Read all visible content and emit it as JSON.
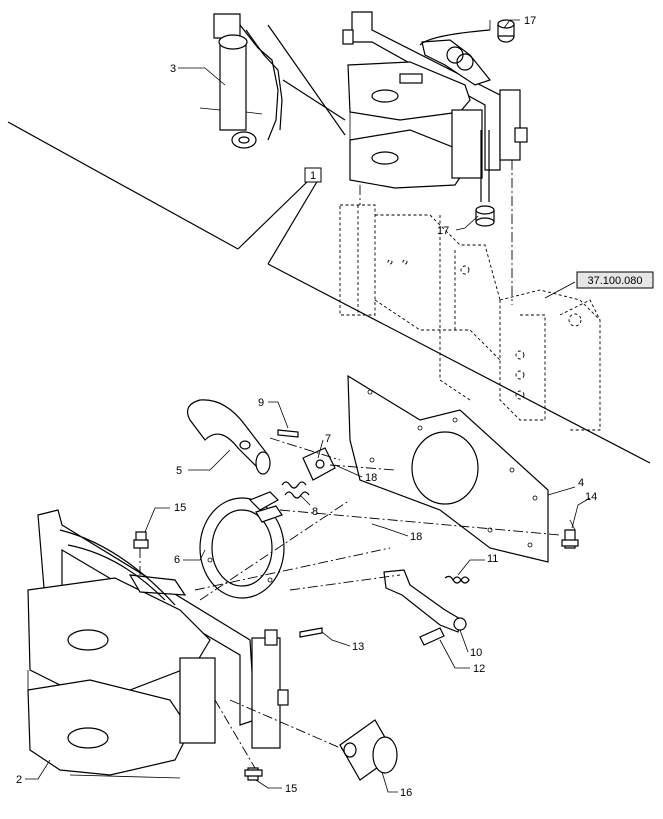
{
  "callout_box": "1",
  "reference": "37.100.080",
  "labels": {
    "p2": "2",
    "p3": "3",
    "p4": "4",
    "p5": "5",
    "p6": "6",
    "p7": "7",
    "p8": "8",
    "p9": "9",
    "p10": "10",
    "p11": "11",
    "p12": "12",
    "p13": "13",
    "p14": "14",
    "p15a": "15",
    "p15b": "15",
    "p16": "16",
    "p17a": "17",
    "p17b": "17",
    "p18a": "18",
    "p18b": "18"
  }
}
